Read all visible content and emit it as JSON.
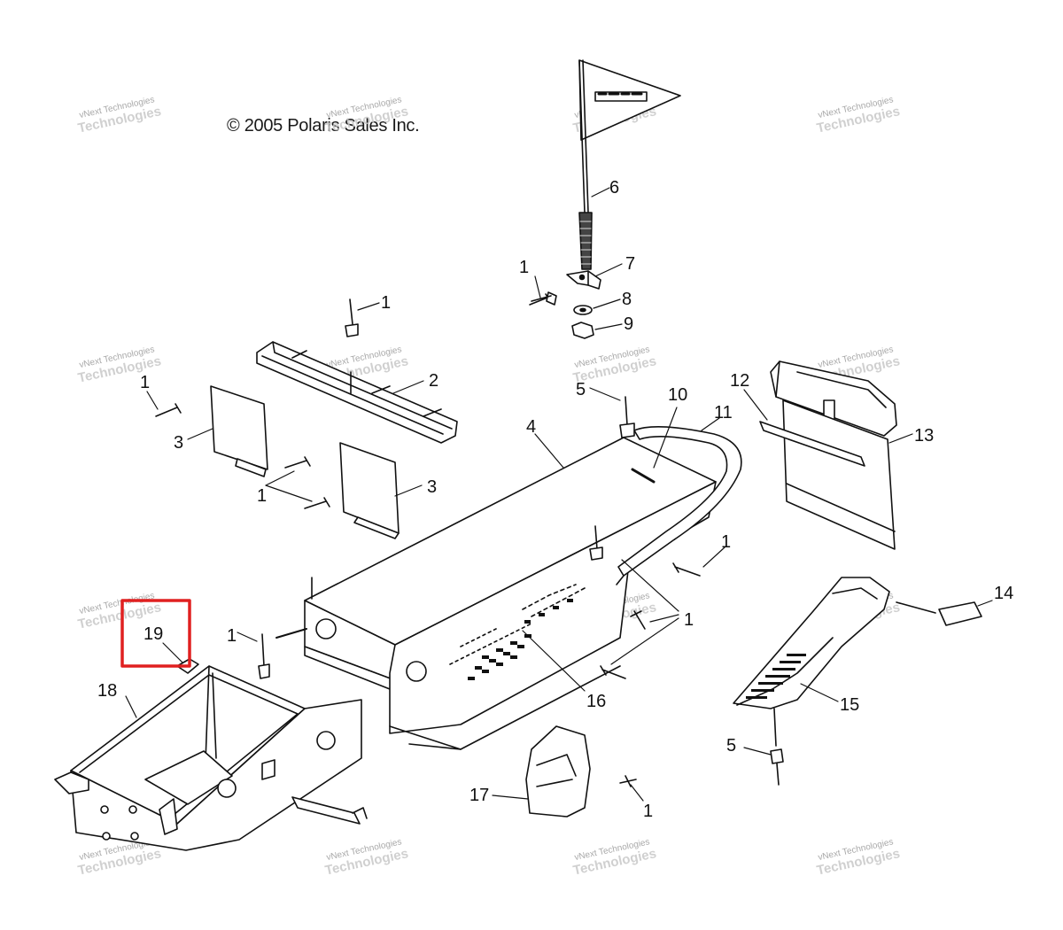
{
  "copyright": "© 2005 Polaris Sales Inc.",
  "watermark": {
    "line1": "vNext Technologies",
    "line2": "Technologies"
  },
  "highlight_color": "#e02020",
  "callouts": {
    "c1a": "1",
    "c1b": "1",
    "c1c": "1",
    "c1d": "1",
    "c1e": "1",
    "c1f": "1",
    "c1g": "1",
    "c1h": "1",
    "c2": "2",
    "c3a": "3",
    "c3b": "3",
    "c4": "4",
    "c5a": "5",
    "c5b": "5",
    "c6": "6",
    "c7": "7",
    "c8": "8",
    "c9": "9",
    "c10": "10",
    "c11": "11",
    "c12": "12",
    "c13": "13",
    "c14": "14",
    "c15": "15",
    "c16": "16",
    "c17": "17",
    "c18": "18",
    "c19": "19"
  }
}
